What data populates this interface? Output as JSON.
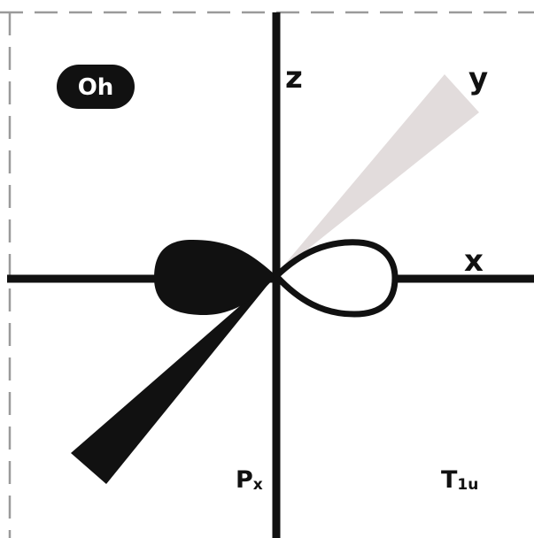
{
  "diagram": {
    "symmetry_badge": "Oh",
    "axes": {
      "z": "z",
      "y": "y",
      "x": "x"
    },
    "orbital": {
      "name_main": "P",
      "name_sub": "x"
    },
    "irrep": {
      "main": "T",
      "sub": "1u"
    }
  },
  "colors": {
    "ink": "#111111",
    "y_axis_fill": "#e2dcdc",
    "background": "#ffffff",
    "frame_dash": "#9a9a9a"
  }
}
